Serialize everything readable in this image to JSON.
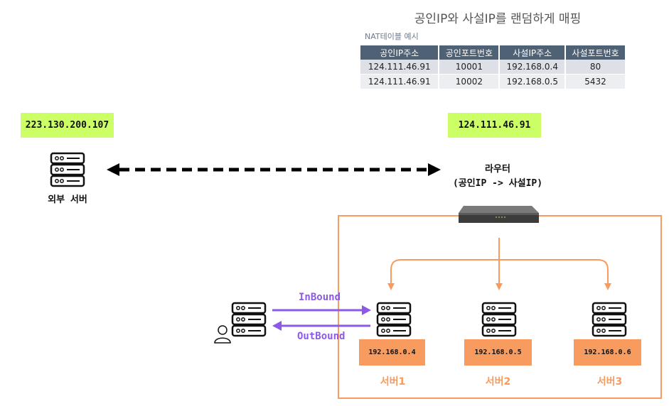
{
  "title": "공인IP와 사설IP를 랜덤하게 매핑",
  "nat_table": {
    "caption": "NAT테이블 예시",
    "headers": [
      "공인IP주소",
      "공인포트번호",
      "사설IP주소",
      "사설포트번호"
    ],
    "rows": [
      [
        "124.111.46.91",
        "10001",
        "192.168.0.4",
        "80"
      ],
      [
        "124.111.46.91",
        "10002",
        "192.168.0.5",
        "5432"
      ]
    ]
  },
  "external_server": {
    "ip": "223.130.200.107",
    "label": "외부 서버"
  },
  "router": {
    "ip": "124.111.46.91",
    "label": "라우터\n(공인IP -> 사설IP)"
  },
  "flows": {
    "inbound": "InBound",
    "outbound": "OutBound"
  },
  "servers": [
    {
      "ip": "192.168.0.4",
      "name": "서버1"
    },
    {
      "ip": "192.168.0.5",
      "name": "서버2"
    },
    {
      "ip": "192.168.0.6",
      "name": "서버3"
    }
  ],
  "colors": {
    "ip_highlight": "#ccff66",
    "subnet": "#f79b5f",
    "flow": "#8c5ae6",
    "table_header": "#4f6174"
  },
  "icons": [
    "server-icon",
    "router-icon",
    "user-icon"
  ]
}
